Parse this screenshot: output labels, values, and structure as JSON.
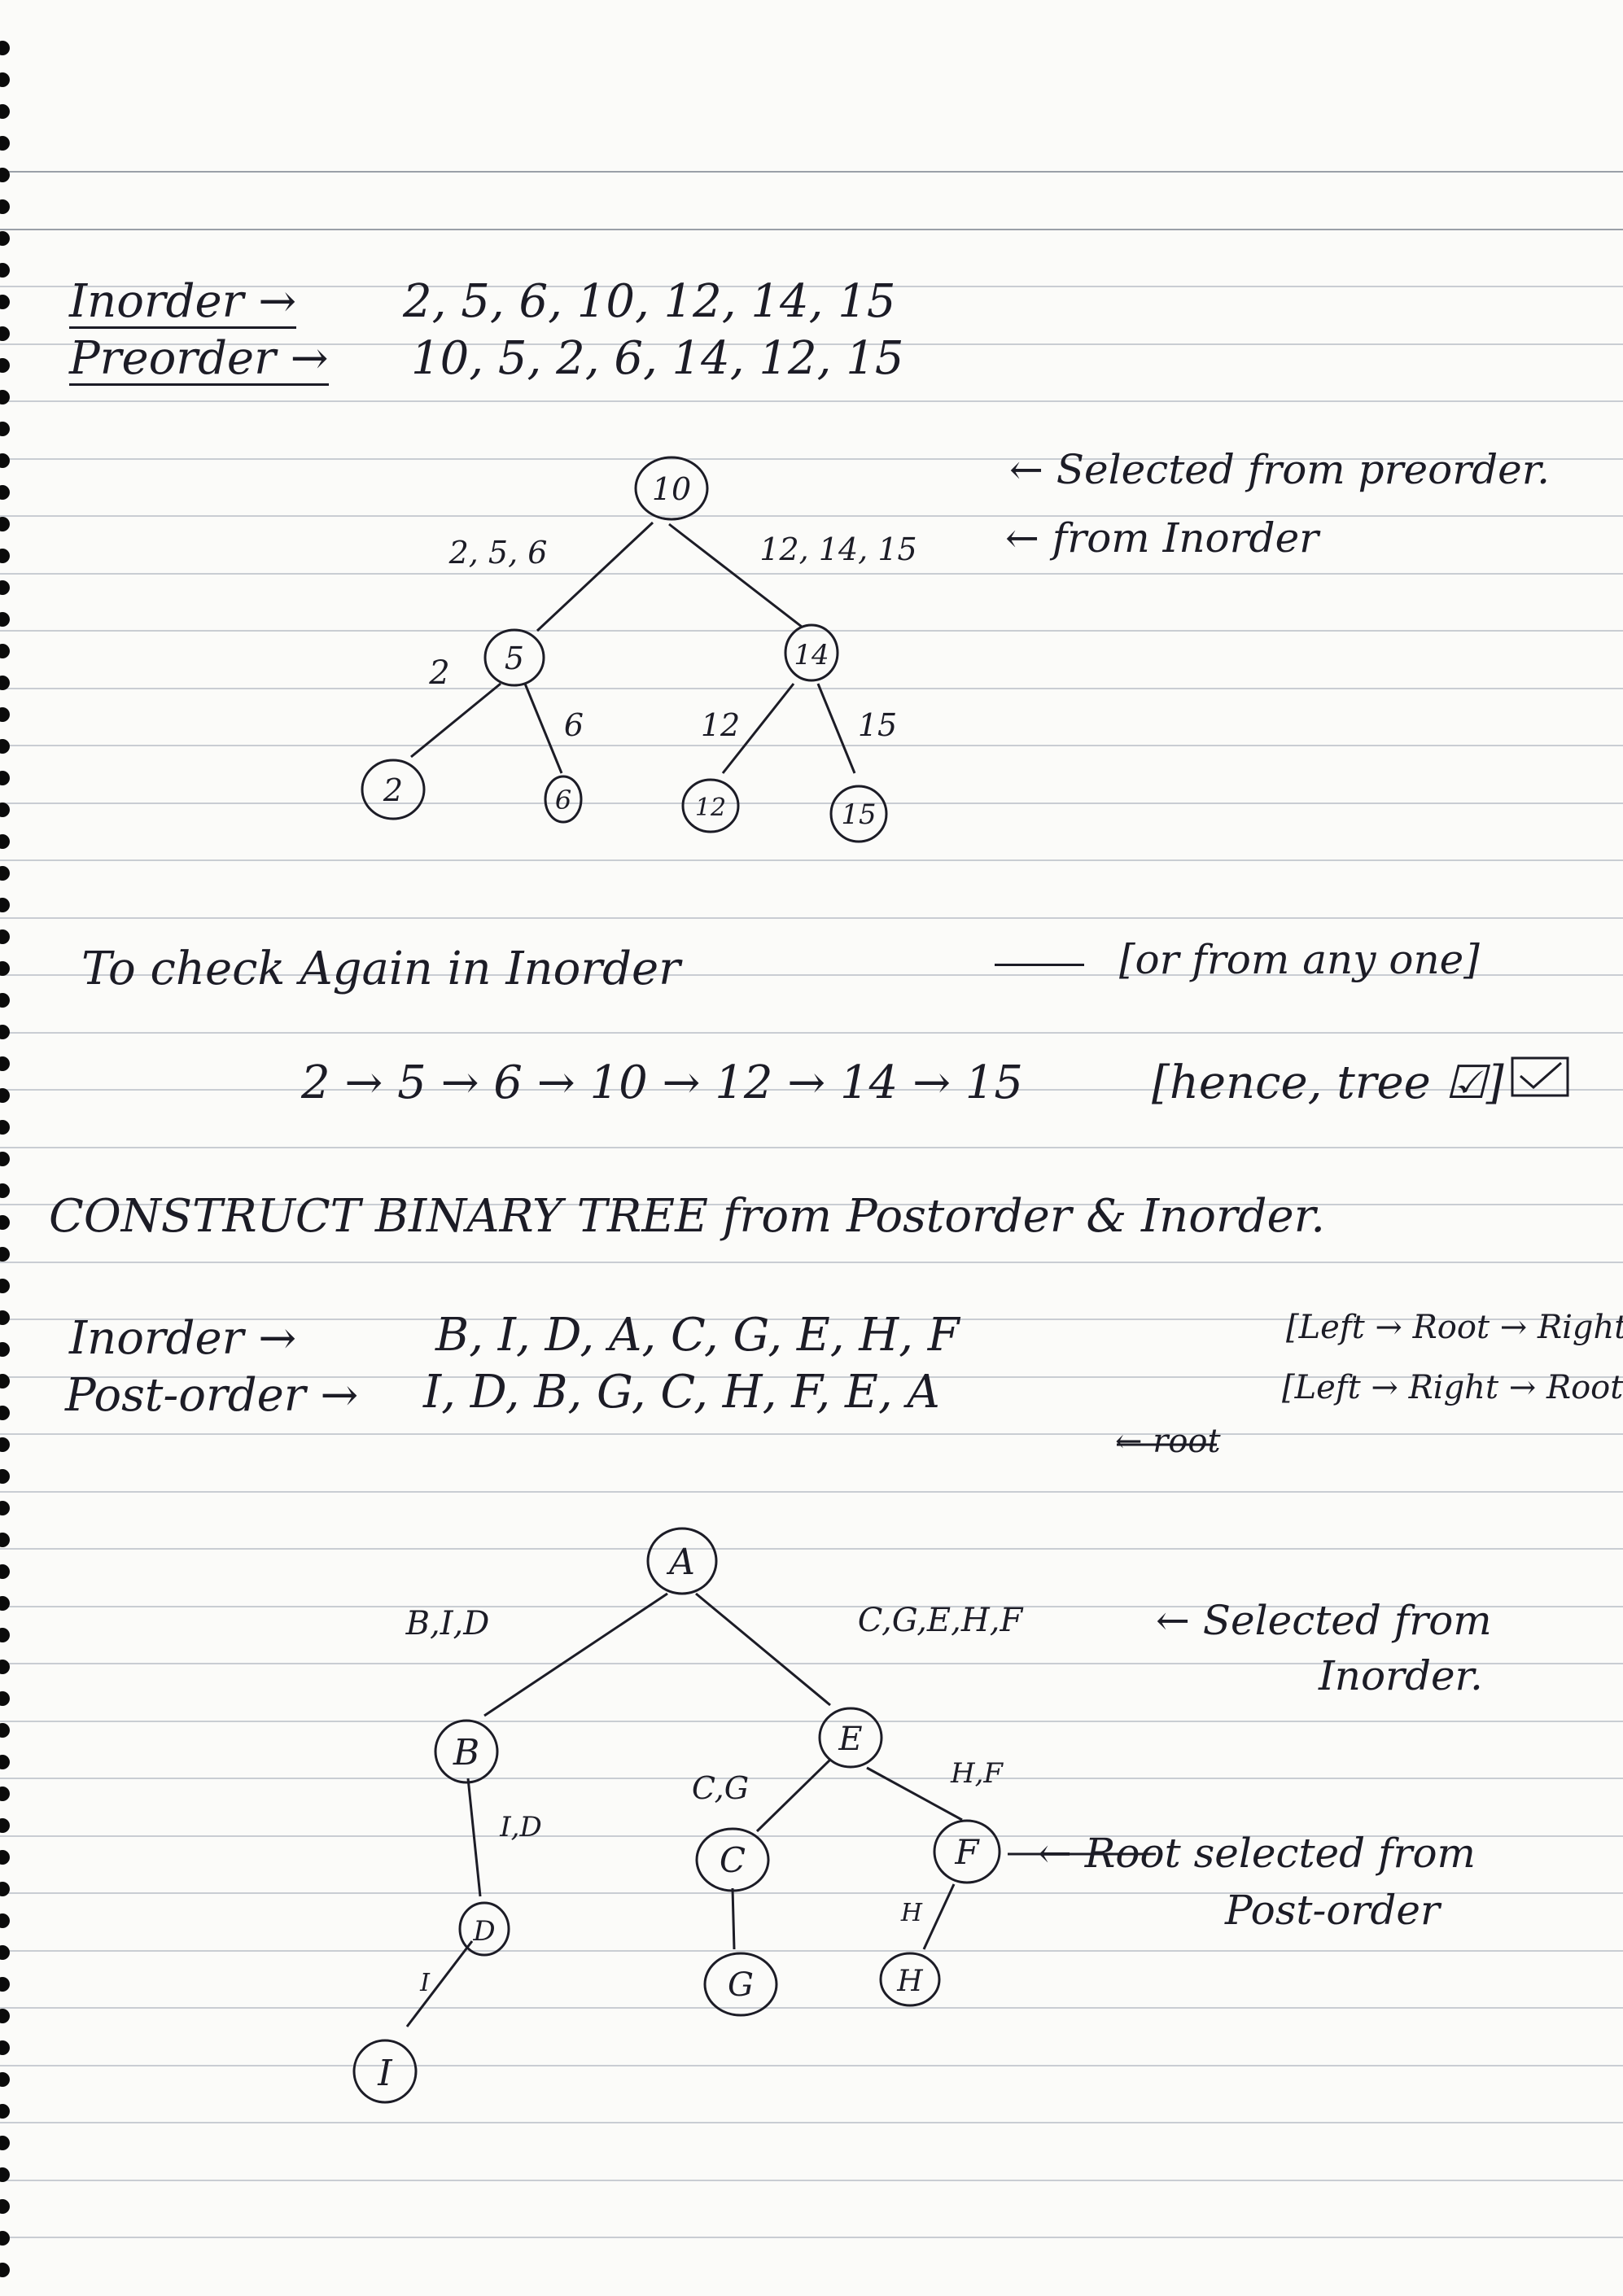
{
  "section1": {
    "inorder_label": "Inorder →",
    "inorder_values": "2, 5, 6, 10, 12, 14, 15",
    "preorder_label": "Preorder →",
    "preorder_values": "10, 5, 2, 6, 14, 12, 15",
    "note_preorder": "← Selected from preorder.",
    "note_inorder": "← from Inorder",
    "tree": {
      "root": "10",
      "left_set": "2, 5, 6",
      "right_set": "12, 14, 15",
      "node_5": "5",
      "node_14": "14",
      "node_2": "2",
      "node_6": "6",
      "node_12": "12",
      "node_15": "15",
      "label_2": "2",
      "label_6": "6",
      "label_12": "12",
      "label_15": "15"
    },
    "check_line": "To check Again in Inorder",
    "check_note": "[or from any one]",
    "sequence": "2 → 5 → 6 → 10 → 12 → 14 → 15",
    "hence": "[hence, tree ☑]"
  },
  "section2": {
    "heading": "CONSTRUCT BINARY TREE from Postorder & Inorder.",
    "inorder_label": "Inorder →",
    "inorder_values": "B, I, D, A, C, G, E, H, F",
    "inorder_note": "[Left → Root → Right]",
    "postorder_label": "Post-order →",
    "postorder_values": "I, D, B, G, C, H, F, E, A",
    "postorder_note": "[Left → Right → Root]",
    "root_arrow": "← root",
    "tree": {
      "root": "A",
      "left_set": "B,I,D",
      "right_set": "C,G,E,H,F",
      "node_B": "B",
      "node_E": "E",
      "node_D": "D",
      "node_I": "I",
      "node_C": "C",
      "node_G": "G",
      "node_F": "F",
      "node_H": "H",
      "label_ID": "I,D",
      "label_I": "I",
      "label_CG": "C,G",
      "label_HF": "H,F",
      "label_H": "H"
    },
    "note_inorder_1": "← Selected from",
    "note_inorder_2": "Inorder.",
    "note_root_1": "← Root selected from",
    "note_root_2": "Post-order"
  }
}
